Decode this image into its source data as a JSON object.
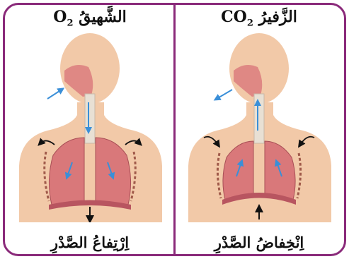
{
  "panels": [
    {
      "title_word": "الشَّهيقُ",
      "formula_main": "O",
      "formula_sub": "2",
      "caption": "اِرْتِفاعُ الصَّدْرِ"
    },
    {
      "title_word": "الزَّفيرُ",
      "formula_main": "CO",
      "formula_sub": "2",
      "caption": "اِنْخِفاضُ الصَّدْرِ"
    }
  ],
  "colors": {
    "frame": "#8a2a7a",
    "skin": "#f2c9a8",
    "lung": "#d9787a",
    "airflow": "#3a8fd8",
    "arrow": "#111111"
  }
}
